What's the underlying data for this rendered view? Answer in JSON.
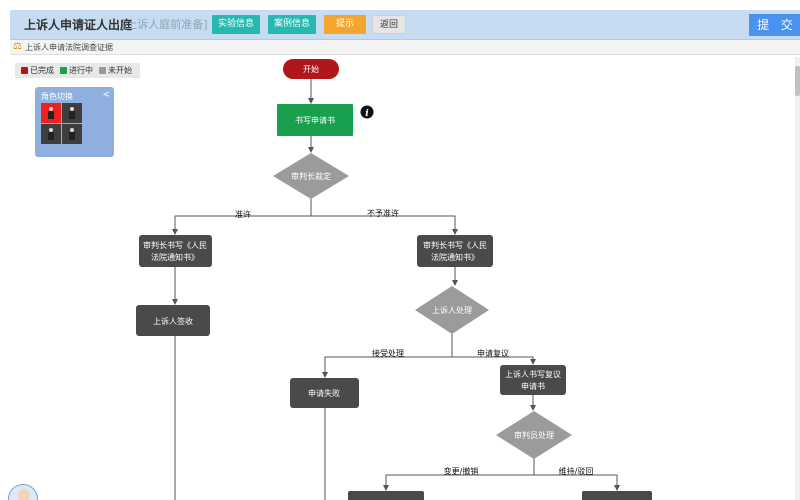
{
  "header": {
    "title": "上诉人申请证人出庭",
    "subtitle": "[上诉人庭前准备]",
    "buttons": {
      "experiment_info": "实验信息",
      "case_info": "案例信息",
      "hint": "提示",
      "back": "返回"
    },
    "submit_label": "提 交"
  },
  "breadcrumb": {
    "text": "上诉人申请法院调查证据"
  },
  "legend": {
    "items": [
      {
        "label": "已完成",
        "color": "#b0171b"
      },
      {
        "label": "进行中",
        "color": "#18a04e"
      },
      {
        "label": "未开始",
        "color": "#999999"
      }
    ]
  },
  "role_panel": {
    "title": "角色切换",
    "collapse_glyph": "<"
  },
  "colors": {
    "completed": "#b0171b",
    "in_progress": "#18a04e",
    "not_started_diamond": "#9b9b9b",
    "not_started_box": "#4a4a4a",
    "edge": "#555555"
  },
  "flow": {
    "nodes": [
      {
        "id": "start",
        "label": "开始",
        "status": "completed",
        "shape": "pill"
      },
      {
        "id": "write_app",
        "label": "书写申请书",
        "status": "in_progress",
        "shape": "rect"
      },
      {
        "id": "judge_rule",
        "label": "审判长裁定",
        "status": "not_started",
        "shape": "diamond"
      },
      {
        "id": "notice_left",
        "label": "审判长书写《人民法院通知书》",
        "lines": [
          "审判长书写《人民",
          "法院通知书》"
        ],
        "status": "not_started",
        "shape": "rect"
      },
      {
        "id": "notice_right",
        "label": "审判长书写《人民法院通知书》",
        "lines": [
          "审判长书写《人民",
          "法院通知书》"
        ],
        "status": "not_started",
        "shape": "rect"
      },
      {
        "id": "sign",
        "label": "上诉人签收",
        "status": "not_started",
        "shape": "rect"
      },
      {
        "id": "appellant_handle",
        "label": "上诉人处理",
        "status": "not_started",
        "shape": "diamond"
      },
      {
        "id": "fail",
        "label": "申请失败",
        "status": "not_started",
        "shape": "rect"
      },
      {
        "id": "review_app",
        "label": "上诉人书写复议申请书",
        "lines": [
          "上诉人书写复议",
          "申请书"
        ],
        "status": "not_started",
        "shape": "rect"
      },
      {
        "id": "judge_staff",
        "label": "审判员处理",
        "status": "not_started",
        "shape": "diamond"
      }
    ],
    "edge_labels": {
      "allow": "准许",
      "deny": "不予准许",
      "accept": "接受处理",
      "apply_review": "申请复议",
      "change_revoke": "变更/撤销",
      "maintain_reject": "维持/驳回"
    }
  }
}
